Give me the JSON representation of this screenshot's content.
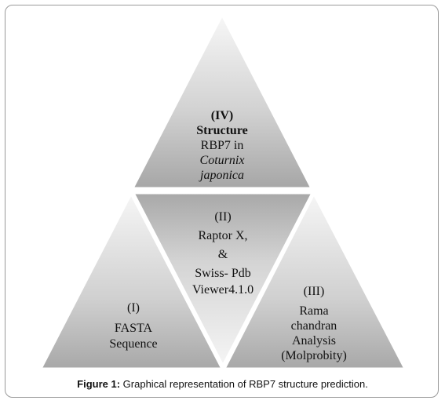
{
  "diagram": {
    "top": {
      "numeral": "(IV)",
      "line1": "Structure",
      "line2": "RBP7 in",
      "line3": "Coturnix",
      "line4": "japonica"
    },
    "center": {
      "numeral": "(II)",
      "line1": "Raptor X,",
      "line2": "&",
      "line3": "Swiss- Pdb",
      "line4": "Viewer4.1.0"
    },
    "left": {
      "numeral": "(I)",
      "line1": "FASTA",
      "line2": "Sequence"
    },
    "right": {
      "numeral": "(III)",
      "line1": "Rama",
      "line2": "chandran",
      "line3": "Analysis",
      "line4": "(Molprobity)"
    }
  },
  "caption": {
    "label": "Figure 1:",
    "text": " Graphical representation of RBP7 structure prediction."
  },
  "colors": {
    "triangle_light": "#f4f4f4",
    "triangle_dark": "#a9a9a9",
    "border": "#9a9a9a"
  }
}
